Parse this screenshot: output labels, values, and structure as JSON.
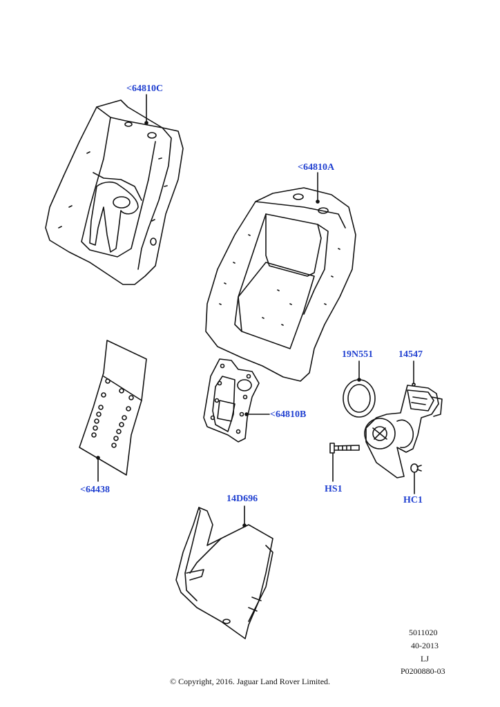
{
  "callouts": {
    "c64810C": "<64810C",
    "c64810A": "<64810A",
    "c19N551": "19N551",
    "c14547": "14547",
    "c64810B": "<64810B",
    "c64438": "<64438",
    "cHS1": "HS1",
    "cHC1": "HC1",
    "c14D696": "14D696"
  },
  "reference": {
    "line1": "5011020",
    "line2": "40-2013",
    "line3": "LJ",
    "line4": "P0200880-03"
  },
  "copyright": "© Copyright, 2016. Jaguar Land Rover Limited.",
  "colors": {
    "callout": "#1f3fd0",
    "line": "#111111"
  }
}
